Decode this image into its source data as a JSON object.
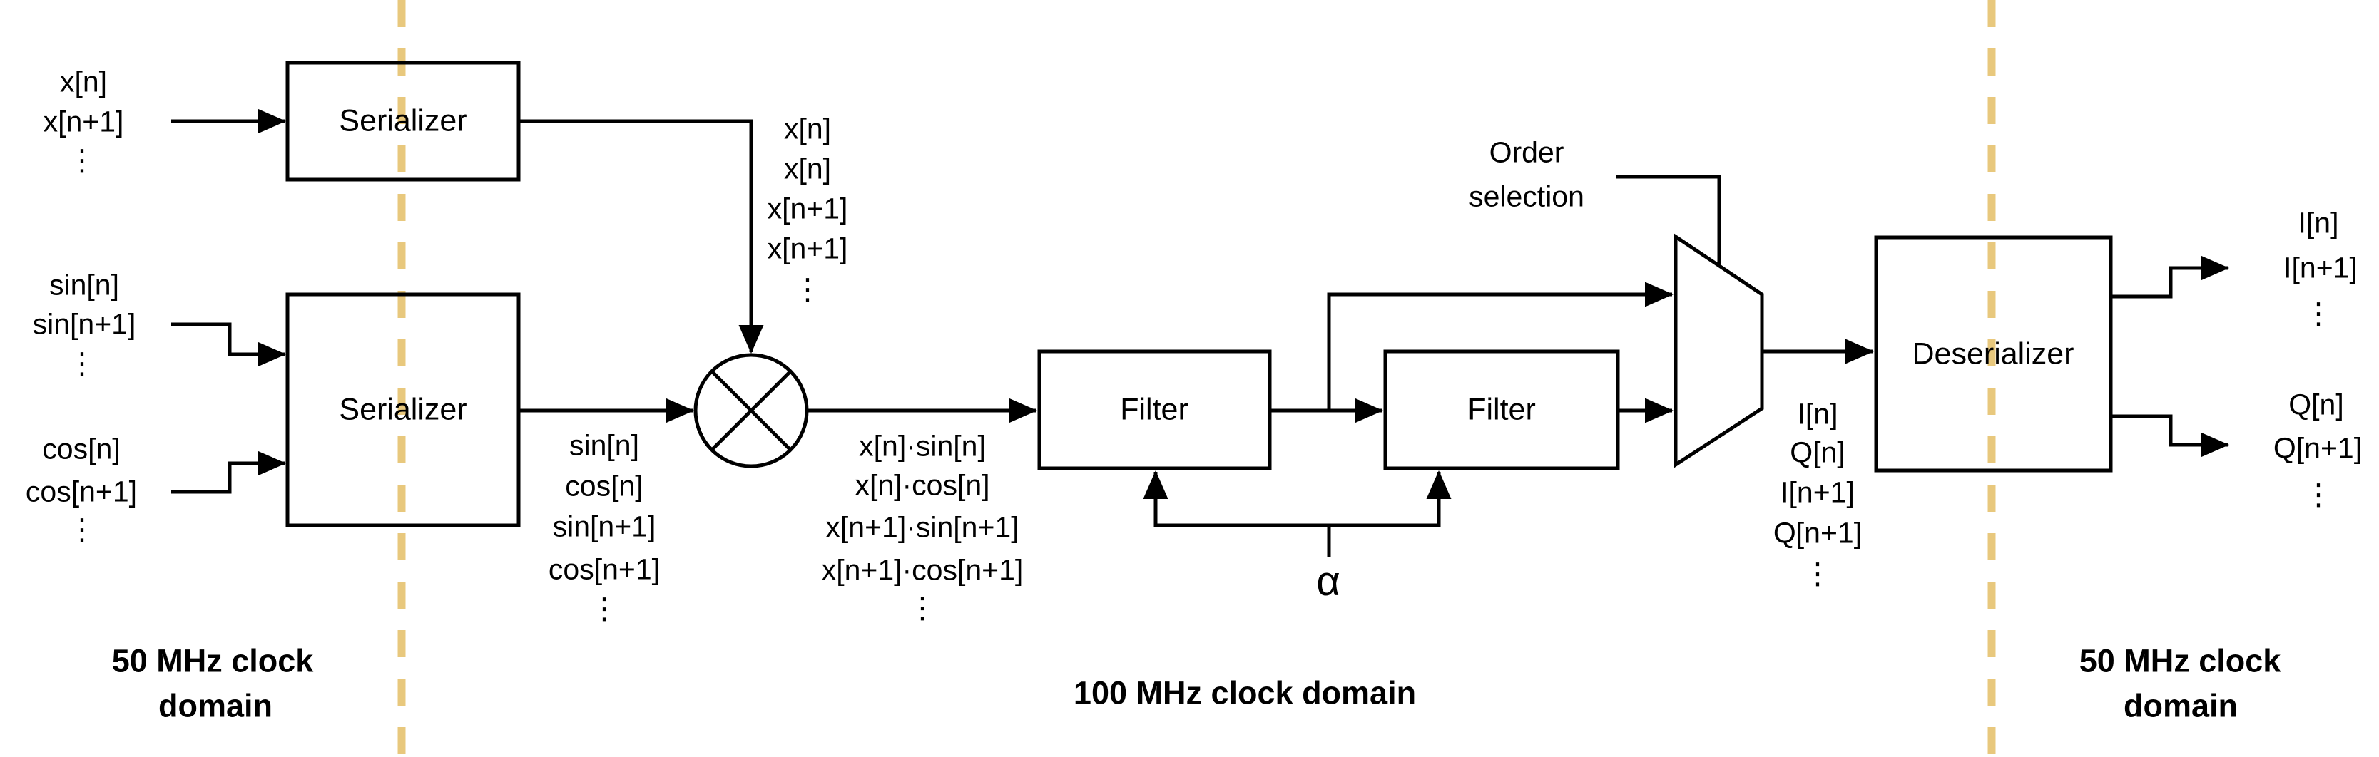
{
  "figure": {
    "type": "signal-processing-block-diagram",
    "colors": {
      "line": "#000000",
      "clock_boundary_dash": "#e8c87d",
      "background": "#ffffff"
    }
  },
  "clock_domains": {
    "left": {
      "line1": "50 MHz clock",
      "line2": "domain"
    },
    "center": {
      "line1": "100 MHz clock domain"
    },
    "right": {
      "line1": "50 MHz clock",
      "line2": "domain"
    }
  },
  "blocks": {
    "serializer_top": "Serializer",
    "serializer_bottom": "Serializer",
    "filter_1": "Filter",
    "filter_2": "Filter",
    "deserializer": "Deserializer"
  },
  "signals": {
    "x_parallel_in": [
      "x[n]",
      "x[n+1]",
      "⋮"
    ],
    "sin_parallel_in": [
      "sin[n]",
      "sin[n+1]",
      "⋮"
    ],
    "cos_parallel_in": [
      "cos[n]",
      "cos[n+1]",
      "⋮"
    ],
    "x_serial": [
      "x[n]",
      "x[n]",
      "x[n+1]",
      "x[n+1]",
      "⋮"
    ],
    "sincos_serial": [
      "sin[n]",
      "cos[n]",
      "sin[n+1]",
      "cos[n+1]",
      "⋮"
    ],
    "product_serial": [
      "x[n]·sin[n]",
      "x[n]·cos[n]",
      "x[n+1]·sin[n+1]",
      "x[n+1]·cos[n+1]",
      "⋮"
    ],
    "iq_serial": [
      "I[n]",
      "Q[n]",
      "I[n+1]",
      "Q[n+1]",
      "⋮"
    ],
    "i_parallel_out": [
      "I[n]",
      "I[n+1]",
      "⋮"
    ],
    "q_parallel_out": [
      "Q[n]",
      "Q[n+1]",
      "⋮"
    ],
    "alpha": "α",
    "order_selection": {
      "line1": "Order",
      "line2": "selection"
    }
  }
}
